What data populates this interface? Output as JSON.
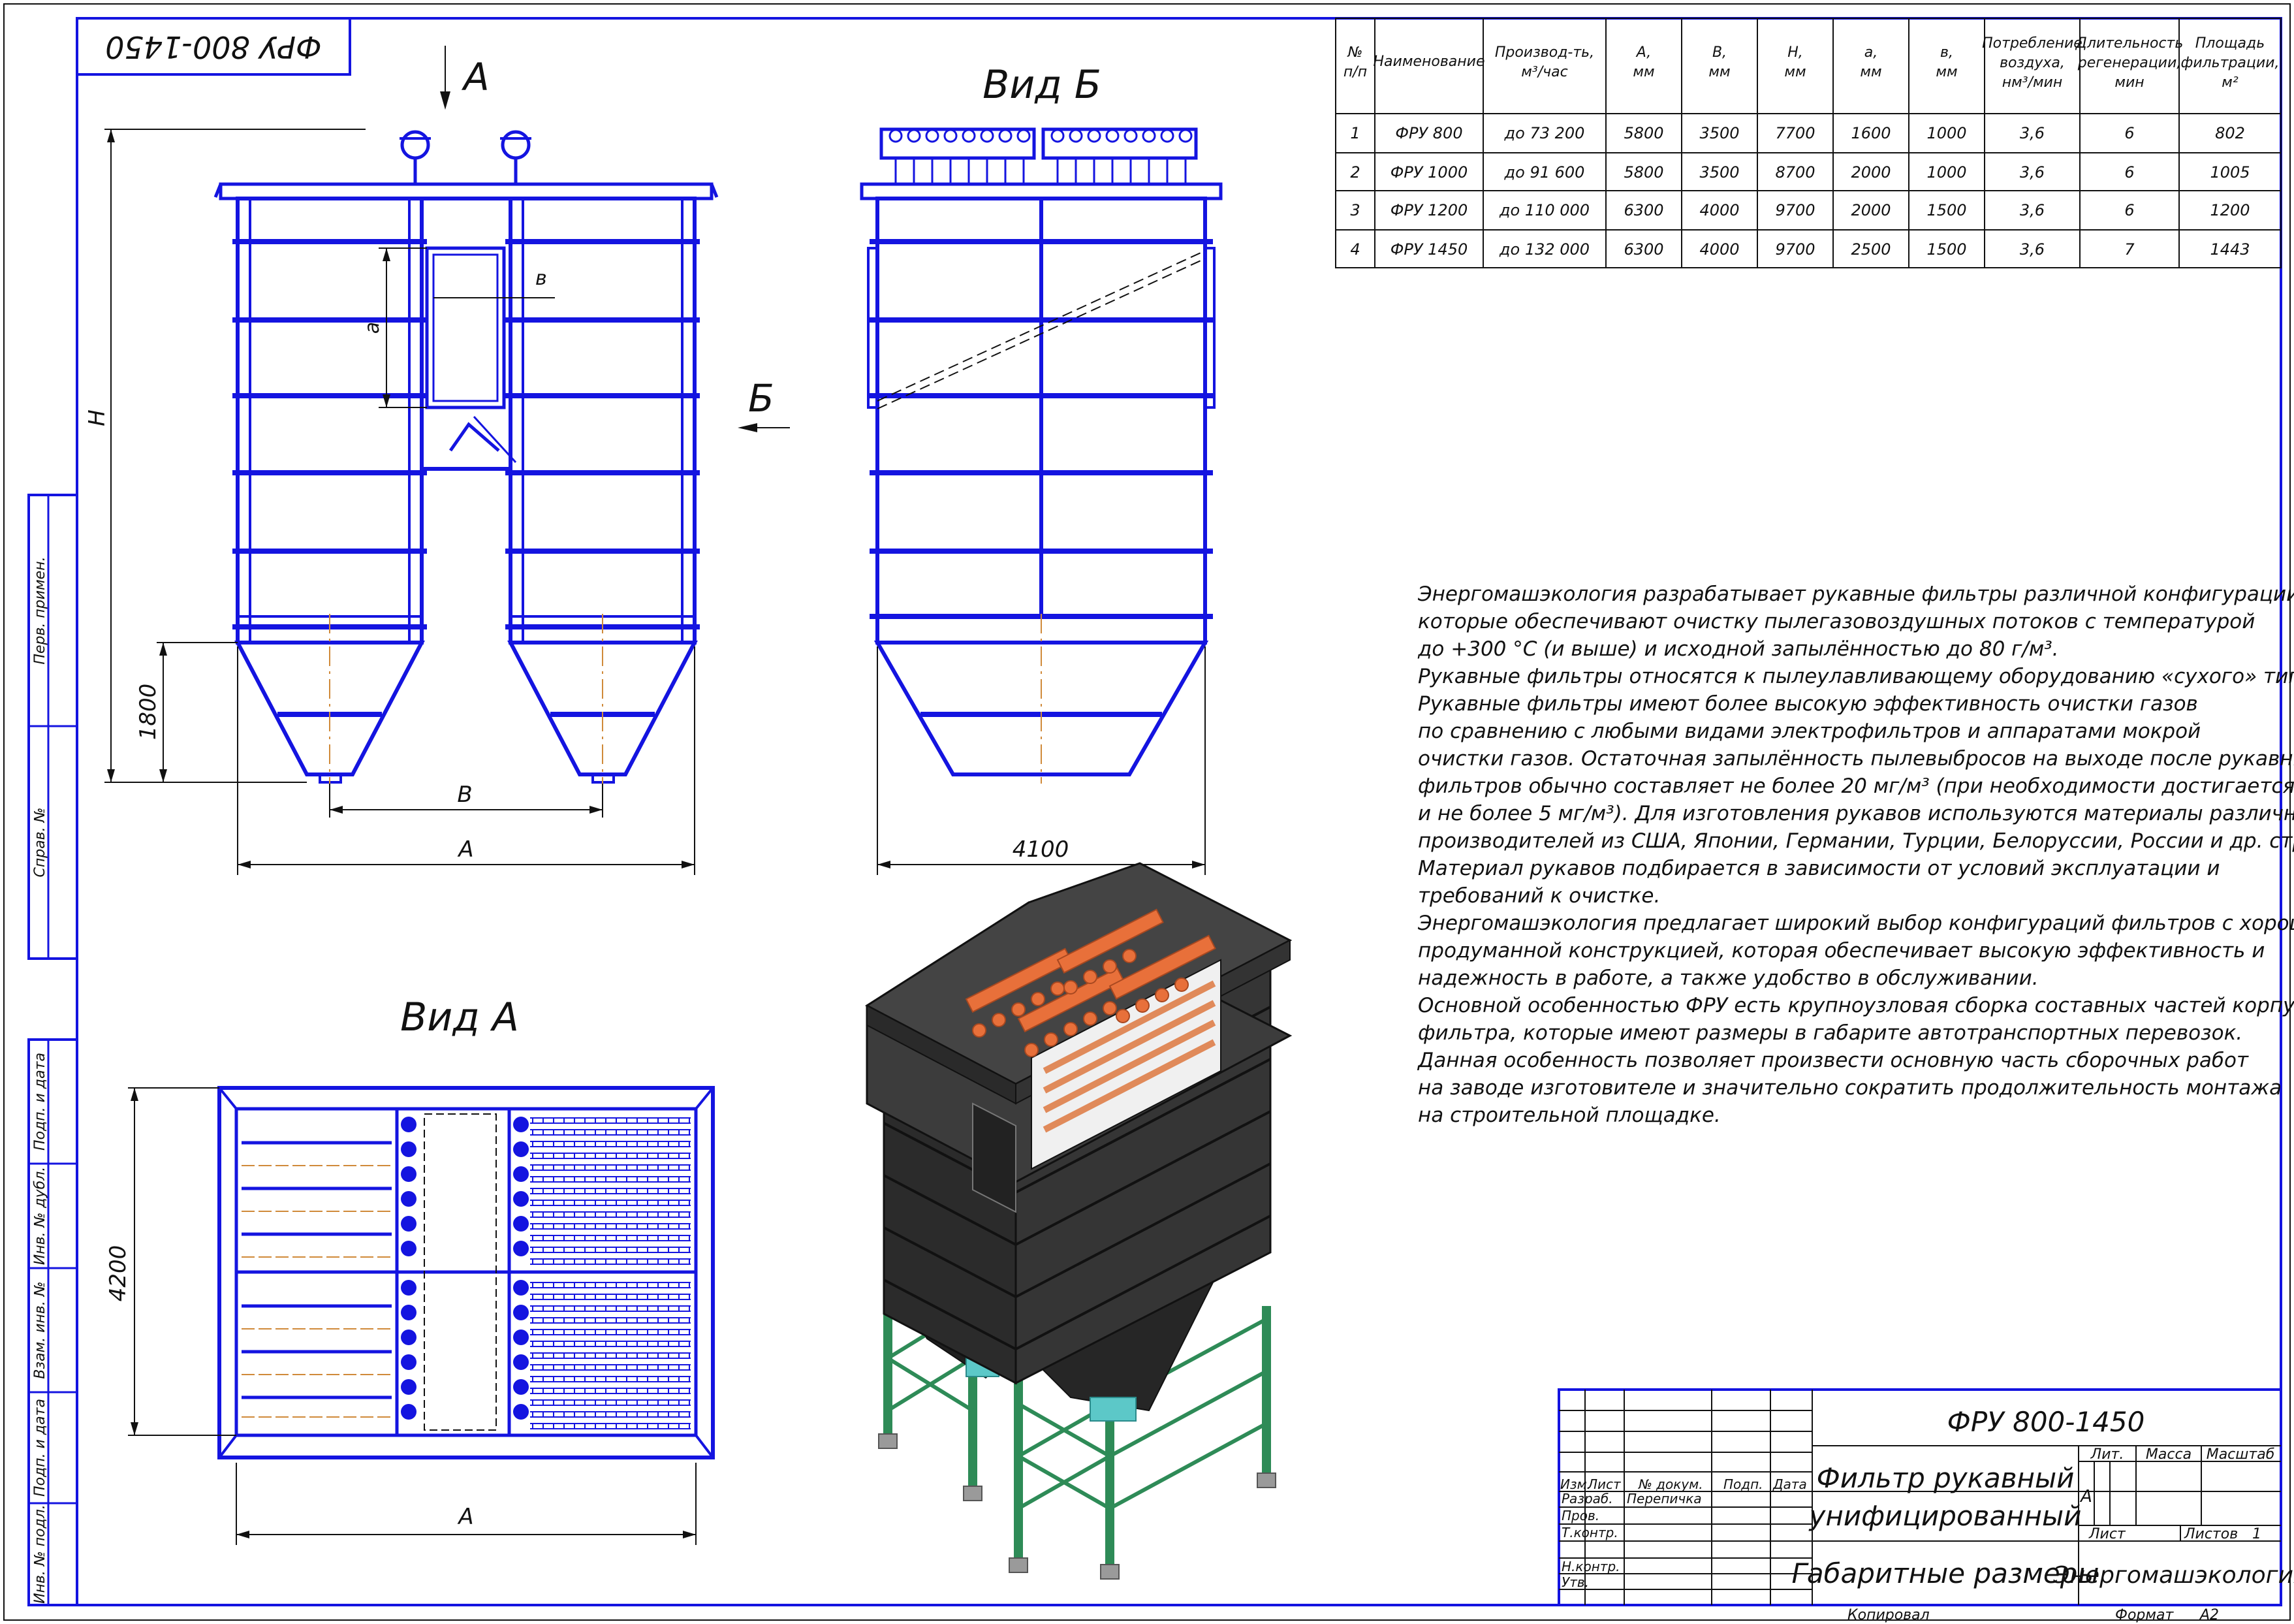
{
  "stamp_top": "ФРУ 800-1450",
  "views": {
    "front": {
      "label_arrow_a": "А",
      "label_arrow_b": "Б",
      "dim_h": "H",
      "dim_1800": "1800",
      "dim_b": "B",
      "dim_a": "A",
      "dim_a_small": "a",
      "dim_v_small": "в"
    },
    "side": {
      "title": "Вид Б",
      "dim_4100": "4100"
    },
    "plan": {
      "title": "Вид А",
      "dim_4200": "4200",
      "dim_a": "A"
    }
  },
  "table": {
    "headers": [
      "№\nп/п",
      "Наименование",
      "Производ-ть,\nм³/час",
      "A,\nмм",
      "B,\nмм",
      "H,\nмм",
      "a,\nмм",
      "в,\nмм",
      "Потребление\nвоздуха,\nнм³/мин",
      "Длительность\nрегенерации,\nмин",
      "Площадь\nфильтрации,\nм²"
    ],
    "rows": [
      [
        "1",
        "ФРУ 800",
        "до 73 200",
        "5800",
        "3500",
        "7700",
        "1600",
        "1000",
        "3,6",
        "6",
        "802"
      ],
      [
        "2",
        "ФРУ 1000",
        "до 91 600",
        "5800",
        "3500",
        "8700",
        "2000",
        "1000",
        "3,6",
        "6",
        "1005"
      ],
      [
        "3",
        "ФРУ 1200",
        "до 110 000",
        "6300",
        "4000",
        "9700",
        "2000",
        "1500",
        "3,6",
        "6",
        "1200"
      ],
      [
        "4",
        "ФРУ 1450",
        "до 132 000",
        "6300",
        "4000",
        "9700",
        "2500",
        "1500",
        "3,6",
        "7",
        "1443"
      ]
    ]
  },
  "description": [
    "Энергомашэкология разрабатывает рукавные фильтры различной конфигурации,",
    "которые обеспечивают очистку пылегазовоздушных потоков с температурой",
    "до +300 °С (и выше) и исходной запылённостью до 80 г/м³.",
    " Рукавные фильтры относятся к пылеулавливающему оборудованию «сухого» типа.",
    "Рукавные фильтры имеют более высокую эффективность очистки газов",
    "по сравнению с любыми видами электрофильтров и аппаратами мокрой",
    "очистки газов. Остаточная запылённость пылевыбросов на выходе после рукавных",
    "фильтров обычно составляет не более 20 мг/м³ (при необходимости достигается",
    "и не более 5 мг/м³). Для изготовления рукавов используются материалы различных",
    "производителей из США, Японии, Германии, Турции, Белоруссии, России и др. стран.",
    " Материал рукавов подбирается в зависимости от условий эксплуатации и",
    "требований к очистке.",
    " Энергомашэкология предлагает широкий выбор конфигураций фильтров с хорошо",
    "продуманной конструкцией, которая обеспечивает высокую эффективность и",
    "надежность в работе, а также удобство в обслуживании.",
    "Основной особенностью ФРУ есть крупноузловая сборка составных частей корпуса",
    "фильтра, которые имеют размеры в габарите автотранспортных перевозок.",
    "Данная особенность позволяет произвести основную часть сборочных работ",
    "на заводе изготовителе и значительно сократить продолжительность монтажа",
    "на строительной площадке."
  ],
  "side_stamps": [
    "Перв. примен.",
    "Справ. №",
    "Подп. и дата",
    "Инв. № дубл.",
    "Взам. инв. №",
    "Подп. и дата",
    "Инв. № подл."
  ],
  "titleblock": {
    "designation": "ФРУ 800-1450",
    "name_line1": "Фильтр рукавный",
    "name_line2": "унифицированный",
    "doc_title": "Габаритные размеры",
    "company": "Энергомашэкология",
    "col_izm": "Изм.",
    "col_list": "Лист",
    "col_doc": "№ докум.",
    "col_sign": "Подп.",
    "col_date": "Дата",
    "row_razrab": "Разраб.",
    "razrab_name": "Перепичка",
    "row_prov": "Пров.",
    "row_tkontr": "Т.контр.",
    "row_nkontr": "Н.контр.",
    "row_utv": "Утв.",
    "lit": "Лит.",
    "massa": "Масса",
    "masshtab": "Масштаб",
    "lit_value": "А",
    "sheet": "Лист",
    "sheets": "Листов",
    "sheets_value": "1",
    "copied": "Копировал",
    "format": "Формат",
    "format_value": "А2"
  }
}
